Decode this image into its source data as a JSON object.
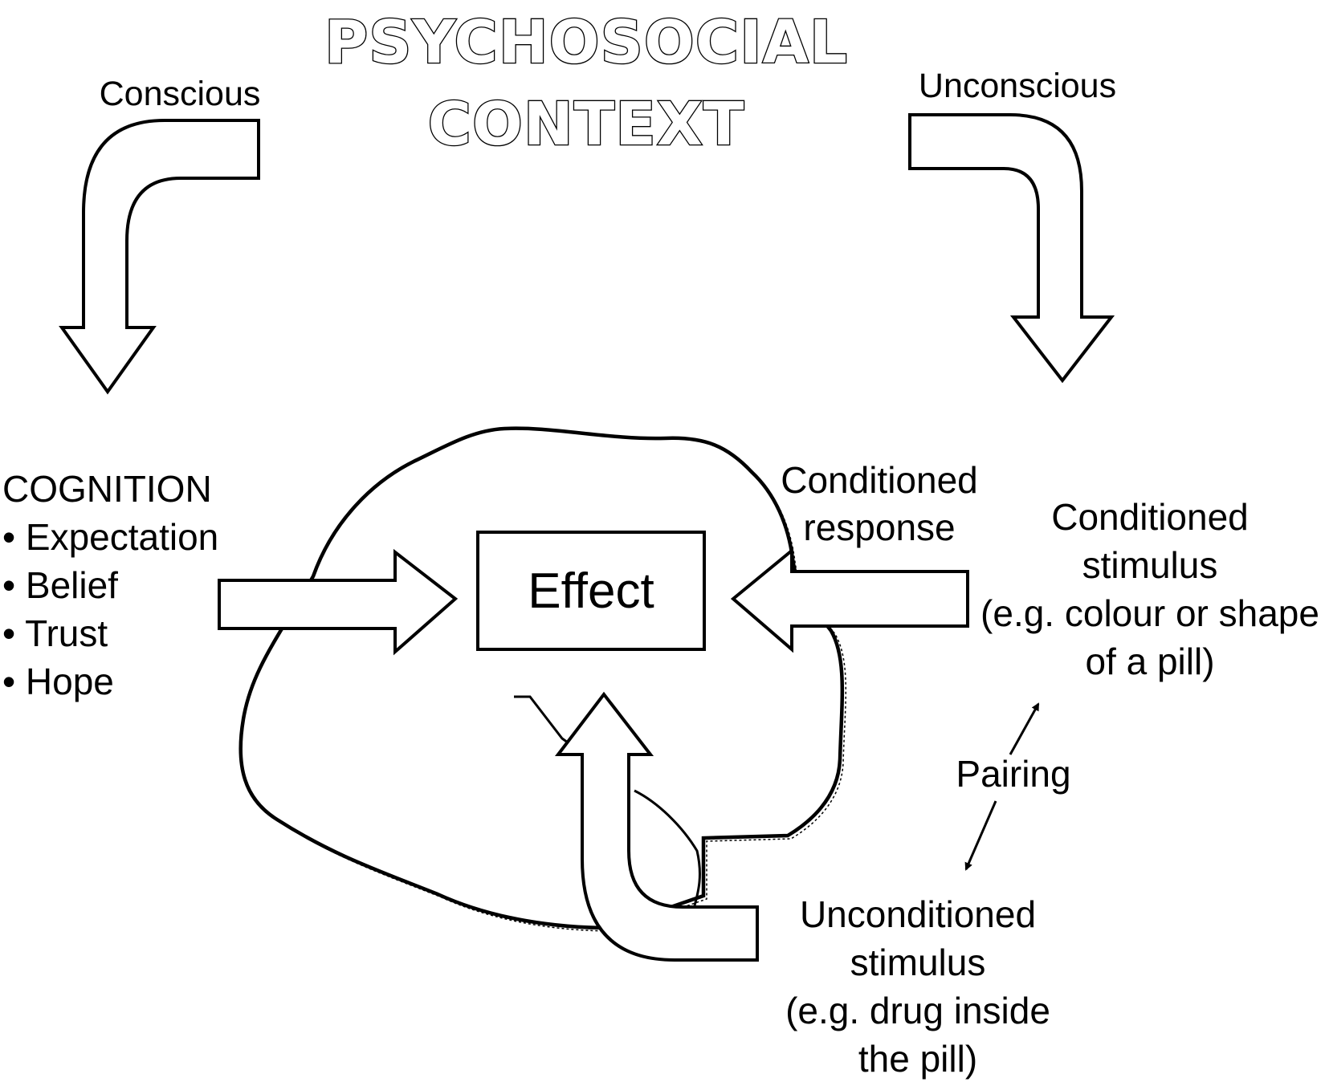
{
  "title": {
    "line1": "PSYCHOSOCIAL",
    "line2": "CONTEXT"
  },
  "labels": {
    "conscious": "Conscious",
    "unconscious": "Unconscious",
    "cognition_heading": "COGNITION",
    "cognition_items": [
      "Expectation",
      "Belief",
      "Trust",
      "Hope"
    ],
    "effect": "Effect",
    "conditioned_response": [
      "Conditioned",
      "response"
    ],
    "conditioned_stimulus": [
      "Conditioned",
      "stimulus",
      "(e.g. colour or shape",
      "of a pill)"
    ],
    "pairing": "Pairing",
    "unconditioned_stimulus": [
      "Unconditioned",
      "stimulus",
      "(e.g. drug inside",
      "the pill)"
    ]
  },
  "colors": {
    "ink": "#000000",
    "background": "#ffffff"
  }
}
